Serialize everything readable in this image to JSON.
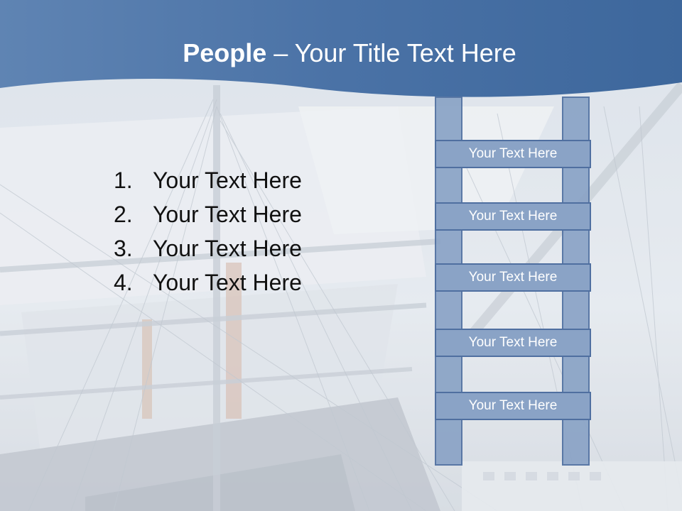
{
  "title": {
    "bold": "People",
    "rest": " – Your Title Text Here"
  },
  "list": [
    {
      "number": "1.",
      "text": "Your Text Here"
    },
    {
      "number": "2.",
      "text": "Your Text Here"
    },
    {
      "number": "3.",
      "text": "Your Text Here"
    },
    {
      "number": "4.",
      "text": "Your Text Here"
    }
  ],
  "ladder": {
    "rungs": [
      "Your Text Here",
      "Your Text Here",
      "Your Text Here",
      "Your Text Here",
      "Your Text Here"
    ]
  },
  "colors": {
    "title_band": "#3d679c",
    "ladder_fill": "#8aa3c6",
    "ladder_stroke": "#4f6fa0"
  }
}
